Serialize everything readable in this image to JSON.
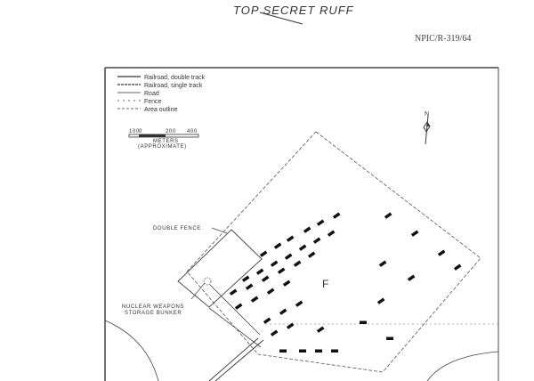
{
  "header": {
    "classification": "TOP SECRET RUFF",
    "reference": "NPIC/R-319/64"
  },
  "legend": {
    "items": [
      "Railroad, double track",
      "Railroad, single track",
      "Road",
      "Fence",
      "Area outline"
    ],
    "scale_ticks": [
      "100",
      "0",
      "200",
      "400"
    ],
    "scale_unit": "METERS",
    "scale_note": "(APPROXIMATE)"
  },
  "map": {
    "north": "N",
    "labels": {
      "double_fence": "DOUBLE FENCE",
      "bunker_line1": "NUCLEAR WEAPONS",
      "bunker_line2": "STORAGE BUNKER",
      "area": "F"
    }
  }
}
